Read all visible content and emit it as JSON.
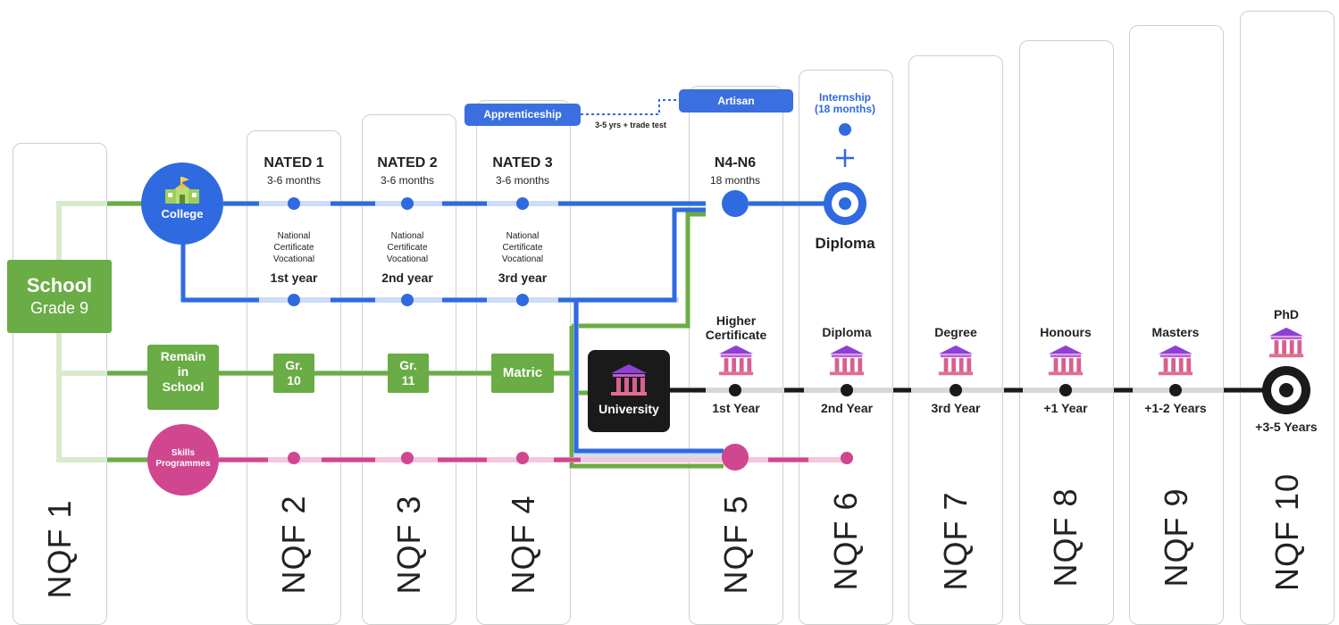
{
  "nqf_levels": [
    "NQF 1",
    "NQF 2",
    "NQF 3",
    "NQF 4",
    "NQF 5",
    "NQF 6",
    "NQF 7",
    "NQF 8",
    "NQF 9",
    "NQF 10"
  ],
  "school": {
    "title": "School",
    "subtitle": "Grade 9"
  },
  "college": {
    "label": "College"
  },
  "remain": {
    "label_1": "Remain",
    "label_2": "in",
    "label_3": "School"
  },
  "skills": {
    "label_1": "Skills",
    "label_2": "Programmes"
  },
  "nated": [
    {
      "title": "NATED 1",
      "duration": "3-6 months",
      "cert_1": "National",
      "cert_2": "Certificate",
      "cert_3": "Vocational",
      "year": "1st year"
    },
    {
      "title": "NATED 2",
      "duration": "3-6 months",
      "cert_1": "National",
      "cert_2": "Certificate",
      "cert_3": "Vocational",
      "year": "2nd year"
    },
    {
      "title": "NATED 3",
      "duration": "3-6 months",
      "cert_1": "National",
      "cert_2": "Certificate",
      "cert_3": "Vocational",
      "year": "3rd year"
    }
  ],
  "n4n6": {
    "title": "N4-N6",
    "duration": "18 months"
  },
  "grades": {
    "g10_a": "Gr.",
    "g10_b": "10",
    "g11_a": "Gr.",
    "g11_b": "11",
    "matric": "Matric"
  },
  "apprenticeship": {
    "label": "Apprenticeship",
    "note": "3-5 yrs + trade test"
  },
  "artisan": {
    "label": "Artisan"
  },
  "internship": {
    "label_1": "Internship",
    "label_2": "(18 months)",
    "plus": "+",
    "diploma": "Diploma"
  },
  "university": {
    "label": "University"
  },
  "uni_stages": [
    {
      "title_1": "Higher",
      "title_2": "Certificate",
      "year": "1st Year"
    },
    {
      "title_1": "Diploma",
      "title_2": "",
      "year": "2nd Year"
    },
    {
      "title_1": "Degree",
      "title_2": "",
      "year": "3rd Year"
    },
    {
      "title_1": "Honours",
      "title_2": "",
      "year": "+1 Year"
    },
    {
      "title_1": "Masters",
      "title_2": "",
      "year": "+1-2 Years"
    }
  ],
  "phd": {
    "title": "PhD",
    "years": "+3-5 Years"
  },
  "colors": {
    "green": "#6aac45",
    "blue": "#2f6ae0",
    "pink": "#d0468f",
    "black": "#1a1a1a",
    "purple": "#8e3fd6"
  }
}
